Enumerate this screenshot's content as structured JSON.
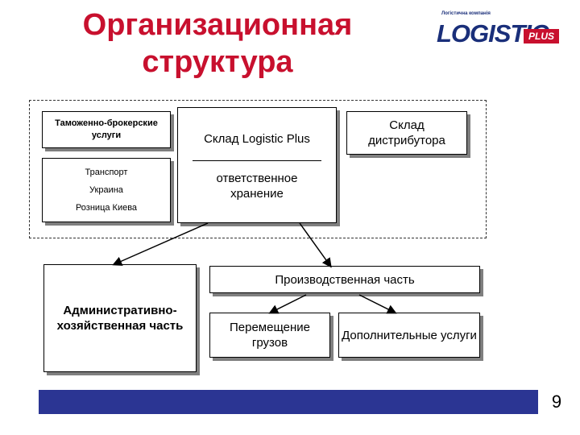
{
  "title": {
    "line1": "Организационная",
    "line2": "структура"
  },
  "logo": {
    "tagline": "Логістична компанія",
    "word": "LOGISTIC",
    "plus": "PLUS"
  },
  "boxes": {
    "customs": "Таможенно-брокерские услуги",
    "transport": "Транспорт",
    "ukraine": "Украина",
    "retail_kiev": "Розница Киева",
    "warehouse": "Склад Logistic Plus",
    "storage": "ответственное хранение",
    "distributor_warehouse": "Склад дистрибутора",
    "admin": "Административно-хозяйственная часть",
    "production": "Производственная часть",
    "cargo_moving": "Перемещение грузов",
    "extra_services": "Дополнительные услуги"
  },
  "page_number": "9",
  "colors": {
    "title": "#c8102e",
    "logo_blue": "#1a2f7a",
    "bar": "#2b3593"
  }
}
